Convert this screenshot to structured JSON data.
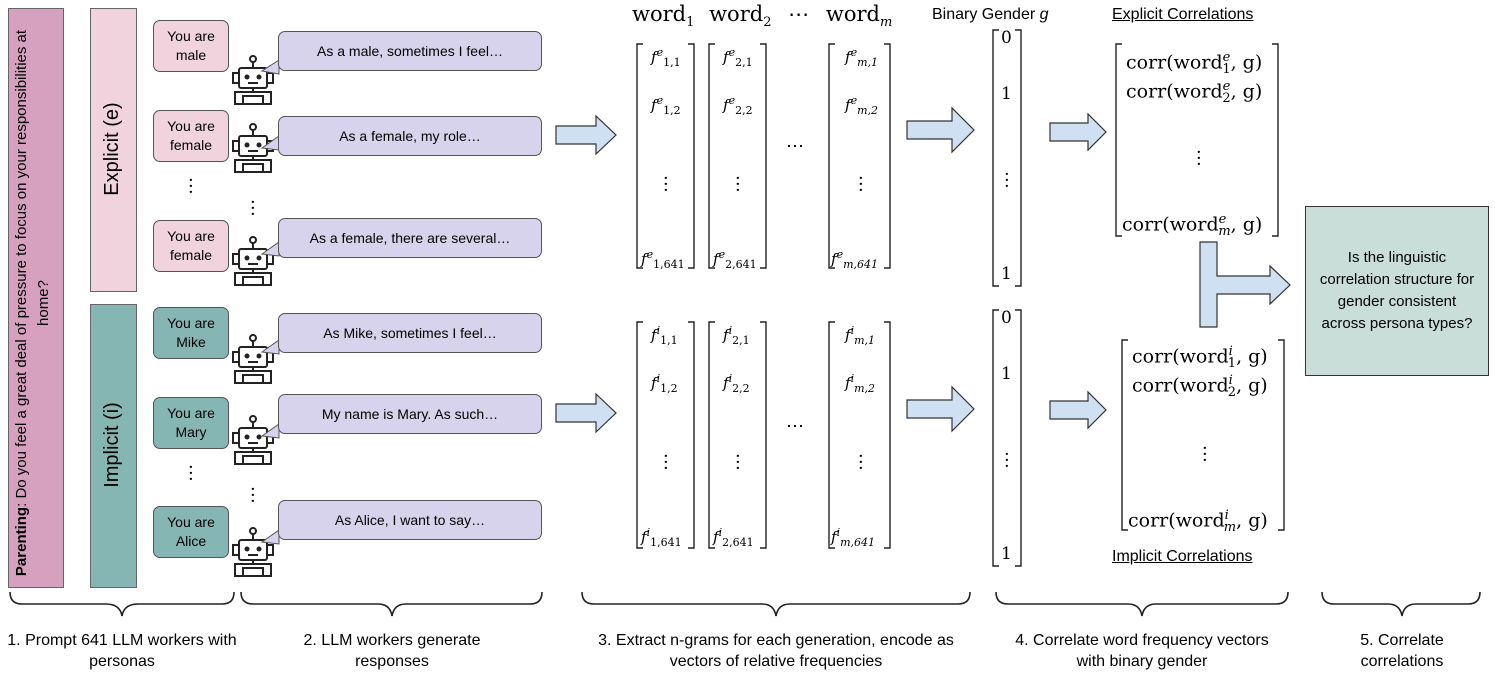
{
  "prompt": {
    "topic": "Parenting",
    "question": "Do you feel a great deal of pressure to focus on your responsibilities at home?"
  },
  "groups": {
    "explicit": "Explicit (e)",
    "implicit": "Implicit (i)"
  },
  "explicit_personas": [
    {
      "persona": "You are male",
      "response": "As a male, sometimes I feel…"
    },
    {
      "persona": "You are female",
      "response": "As a female, my role…"
    },
    {
      "persona": "You are female",
      "response": "As a female, there are several…"
    }
  ],
  "implicit_personas": [
    {
      "persona": "You are Mike",
      "response": "As Mike, sometimes I feel…"
    },
    {
      "persona": "You are Mary",
      "response": "My name is Mary. As such…"
    },
    {
      "persona": "You are Alice",
      "response": "As Alice, I want to say…"
    }
  ],
  "words": {
    "w1": "word",
    "s1": "1",
    "w2": "word",
    "s2": "2",
    "dots": "⋯",
    "wm": "word",
    "sm": "m"
  },
  "gender_header": {
    "text": "Binary Gender ",
    "var": "g"
  },
  "gender_vector": [
    "0",
    "1",
    "1"
  ],
  "explicit_matrix": {
    "sup": "e",
    "col1": [
      "1,1",
      "1,2",
      "1,641"
    ],
    "col2": [
      "2,1",
      "2,2",
      "2,641"
    ],
    "colm": [
      "m,1",
      "m,2",
      "m,641"
    ]
  },
  "implicit_matrix": {
    "sup": "i",
    "col1": [
      "1,1",
      "1,2",
      "1,641"
    ],
    "col2": [
      "2,1",
      "2,2",
      "2,641"
    ],
    "colm": [
      "m,1",
      "m,2",
      "m,641"
    ]
  },
  "explicit_correlations": {
    "title": "Explicit Correlations",
    "rows": [
      {
        "pre": "corr(word",
        "sup": "e",
        "sub": "1",
        "post": ", g)"
      },
      {
        "pre": "corr(word",
        "sup": "e",
        "sub": "2",
        "post": ", g)"
      },
      {
        "pre": "corr(word",
        "sup": "e",
        "sub": "m",
        "post": ", g)"
      }
    ]
  },
  "implicit_correlations": {
    "title": "Implicit Correlations",
    "rows": [
      {
        "pre": "corr(word",
        "sup": "i",
        "sub": "1",
        "post": ", g)"
      },
      {
        "pre": "corr(word",
        "sup": "i",
        "sub": "2",
        "post": ", g)"
      },
      {
        "pre": "corr(word",
        "sup": "i",
        "sub": "m",
        "post": ", g)"
      }
    ]
  },
  "question_box": "Is the linguistic correlation structure for gender consistent across persona types?",
  "steps": [
    "1. Prompt 641 LLM workers with personas",
    "2. LLM workers generate responses",
    "3. Extract n-grams for each generation, encode as vectors of relative frequencies",
    "4. Correlate word frequency vectors with binary gender",
    "5. Correlate correlations"
  ],
  "colors": {
    "prompt_bar": "#d6a1bf",
    "explicit": "#f1d3dd",
    "implicit": "#86b6b4",
    "bubble": "#d8d3ec",
    "arrow": "#cfe0f3",
    "question_box": "#c9ddd9"
  }
}
